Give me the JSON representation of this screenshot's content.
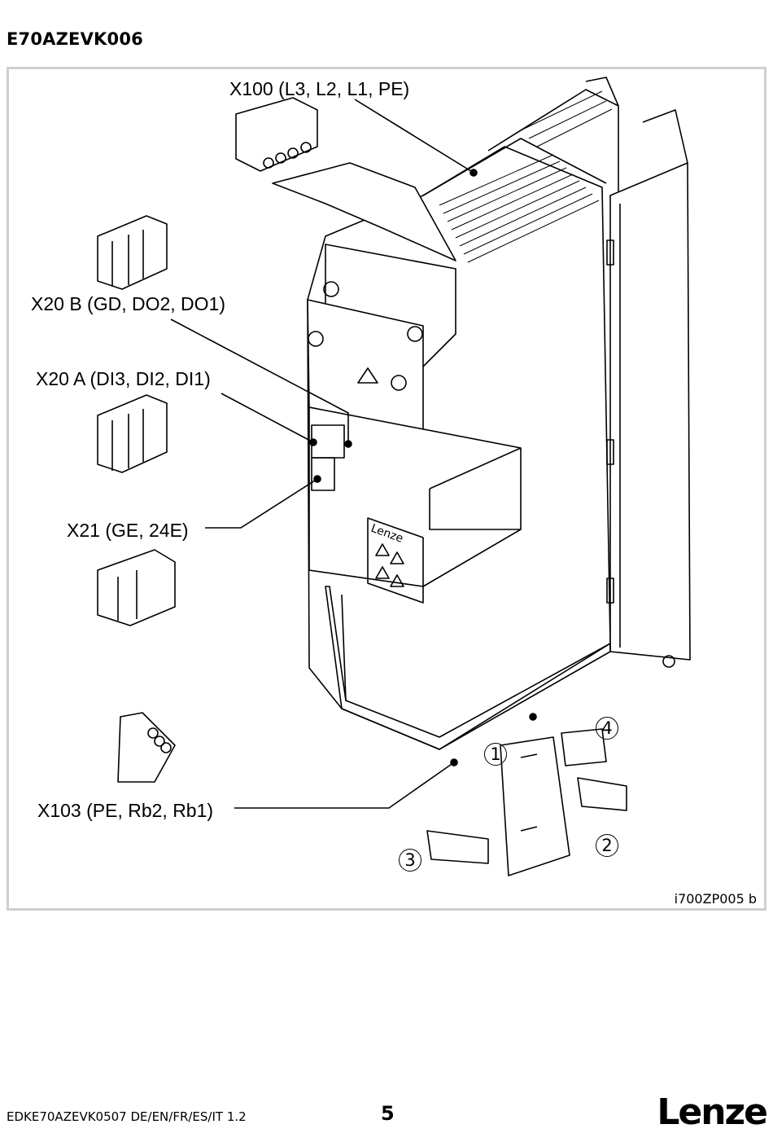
{
  "document": {
    "title": "E70AZEVK006",
    "figure_id": "i700ZP005 b"
  },
  "labels": {
    "x100": "X100 (L3, L2, L1, PE)",
    "x20b": "X20 B (GD, DO2, DO1)",
    "x20a": "X20 A (DI3, DI2, DI1)",
    "x21": "X21 (GE, 24E)",
    "x103": "X103 (PE, Rb2, Rb1)"
  },
  "callouts": {
    "c1": "1",
    "c2": "2",
    "c3": "3",
    "c4": "4"
  },
  "device_markings": {
    "brand_on_device": "Lenze"
  },
  "footer": {
    "doc_code": "EDKE70AZEVK0507  DE/EN/FR/ES/IT  1.2",
    "page_number": "5",
    "brand": "Lenze"
  }
}
